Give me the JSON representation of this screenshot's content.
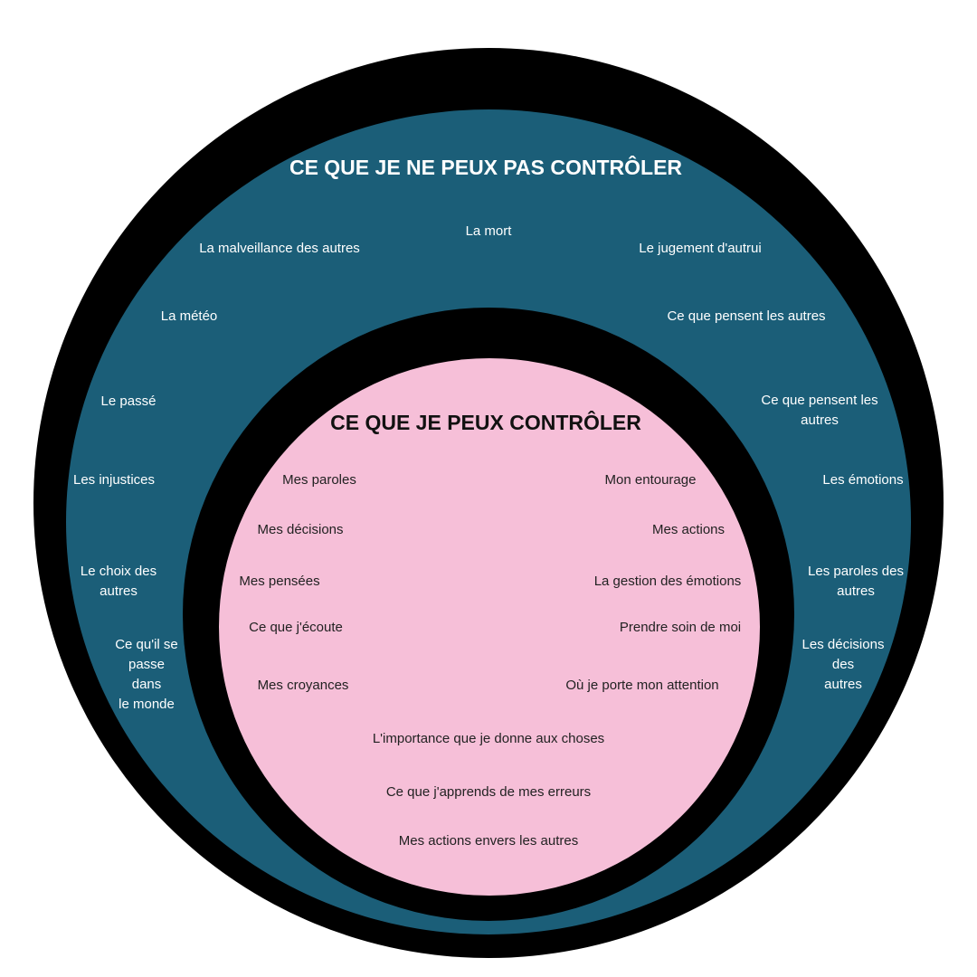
{
  "outer_circle": {
    "title": "CE QUE JE NE PEUX PAS CONTRÔLER",
    "items": [
      "La mort",
      "La malveillance des autres",
      "Le jugement d'autrui",
      "La météo",
      "Ce que pensent les autres",
      "Le passé",
      "Ce que pensent les\nautres",
      "Les injustices",
      "Les émotions",
      "Le choix des\nautres",
      "Les paroles des\nautres",
      "Ce qu'il se\npasse\ndans\nle monde",
      "Les décisions\ndes\nautres"
    ]
  },
  "inner_circle": {
    "title": "CE QUE JE PEUX CONTRÔLER",
    "items": [
      "Mes paroles",
      "Mon entourage",
      "Mes décisions",
      "Mes actions",
      "Mes pensées",
      "La gestion des émotions",
      "Ce que j'écoute",
      "Prendre soin de moi",
      "Mes croyances",
      "Où je porte mon attention",
      "L'importance que je donne aux choses",
      "Ce que j'apprends de mes erreurs",
      "Mes actions envers les autres"
    ]
  },
  "colors": {
    "outer_ring": "#000000",
    "outer_zone": "#1b5e78",
    "inner_zone": "#f6bfd8",
    "outer_text": "#ffffff",
    "inner_text": "#222222"
  }
}
